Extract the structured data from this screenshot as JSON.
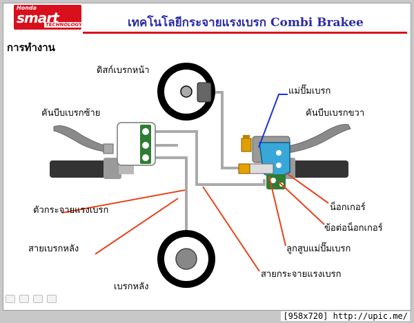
{
  "logo": {
    "brand": "Honda",
    "word": "smart",
    "tech": "TECHNOLOGY"
  },
  "title": "เทคโนโลยีกระจายแรงเบรก  Combi Brakee",
  "subtitle": "การทำงาน",
  "labels": {
    "front_disc": "ดิสก์เบรกหน้า",
    "left_lever": "คันบีบเบรกซ้าย",
    "right_lever": "คันบีบเบรกขวา",
    "master_cylinder": "แม่ปั๊มเบรก",
    "distributor": "ตัวกระจายแรงเบรก",
    "rear_cable": "สายเบรกหลัง",
    "rear_brake": "เบรกหลัง",
    "knocker": "น็อกเกอร์",
    "knocker_joint": "ข้อต่อน็อกเกอร์",
    "master_piston": "ลูกสูบแม่ปั๊มเบรก",
    "distribution_line": "สายกระจายแรงเบรก"
  },
  "colors": {
    "accent": "#d8101c",
    "title": "#2a2aa8",
    "leader": "#e8421a",
    "leader_blue": "#1a2ee0",
    "line": "#aaaaaa"
  },
  "footer": "[958x720] http://upic.me/"
}
